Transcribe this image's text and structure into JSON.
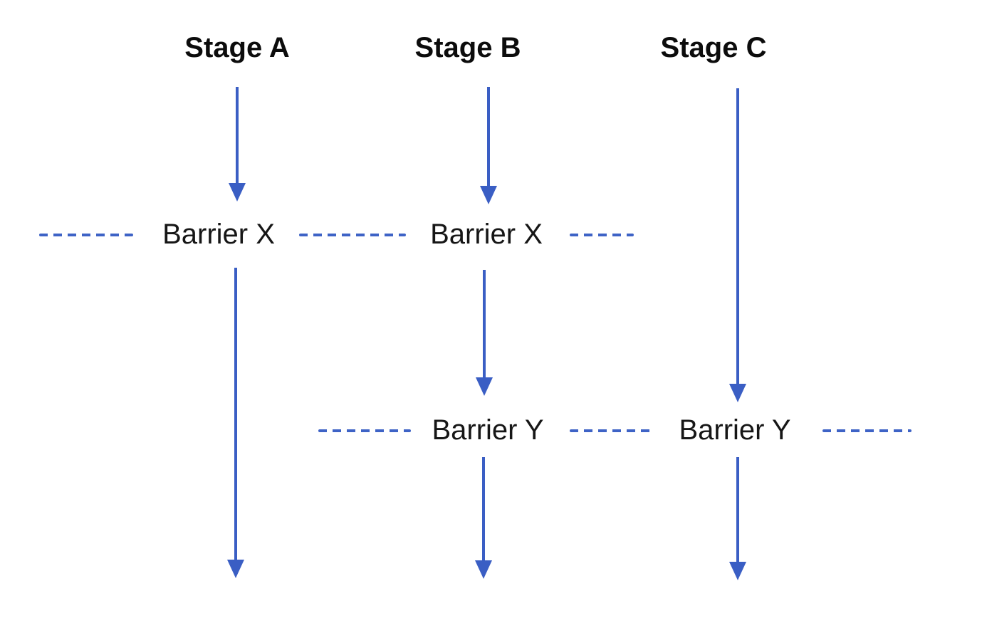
{
  "diagram": {
    "background_color": "#ffffff",
    "arrow_color": "#3a5ec4",
    "dash_color": "#3e63c6",
    "text_color": "#161616",
    "stages": [
      {
        "label": "Stage A"
      },
      {
        "label": "Stage B"
      },
      {
        "label": "Stage C"
      }
    ],
    "barrier_rows": [
      {
        "name": "barrier-x",
        "labels": [
          "Barrier X",
          "Barrier X"
        ]
      },
      {
        "name": "barrier-y",
        "labels": [
          "Barrier Y",
          "Barrier Y"
        ]
      }
    ]
  }
}
